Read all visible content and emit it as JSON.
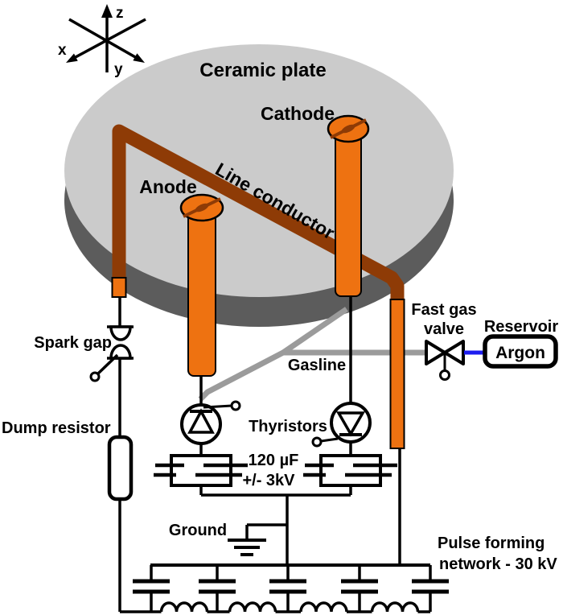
{
  "axes": {
    "x_label": "x",
    "y_label": "y",
    "z_label": "z"
  },
  "plate": {
    "label": "Ceramic plate"
  },
  "electrodes": {
    "anode_label": "Anode",
    "cathode_label": "Cathode",
    "line_conductor_label": "Line conductor"
  },
  "gas": {
    "fast_gas_valve_line1": "Fast gas",
    "fast_gas_valve_line2": "valve",
    "reservoir_label": "Reservoir",
    "reservoir_content": "Argon",
    "gasline_label": "Gasline"
  },
  "circuit": {
    "spark_gap_label": "Spark gap",
    "dump_resistor_label": "Dump resistor",
    "thyristors_label": "Thyristors",
    "capacitor_rating_line1": "120 µF",
    "capacitor_rating_line2": "+/- 3kV",
    "ground_label": "Ground",
    "pfn_line1": "Pulse forming",
    "pfn_line2": "network - 30 kV"
  },
  "colors": {
    "plate_top": "#CBCBCB",
    "plate_rim": "#5C5C5C",
    "conductor_brown": "#8E3B06",
    "electrode_orange": "#EE7211",
    "gasline_gray": "#9B9B9B",
    "argon_blue": "#1C1CEF",
    "wire_black": "#000000"
  }
}
